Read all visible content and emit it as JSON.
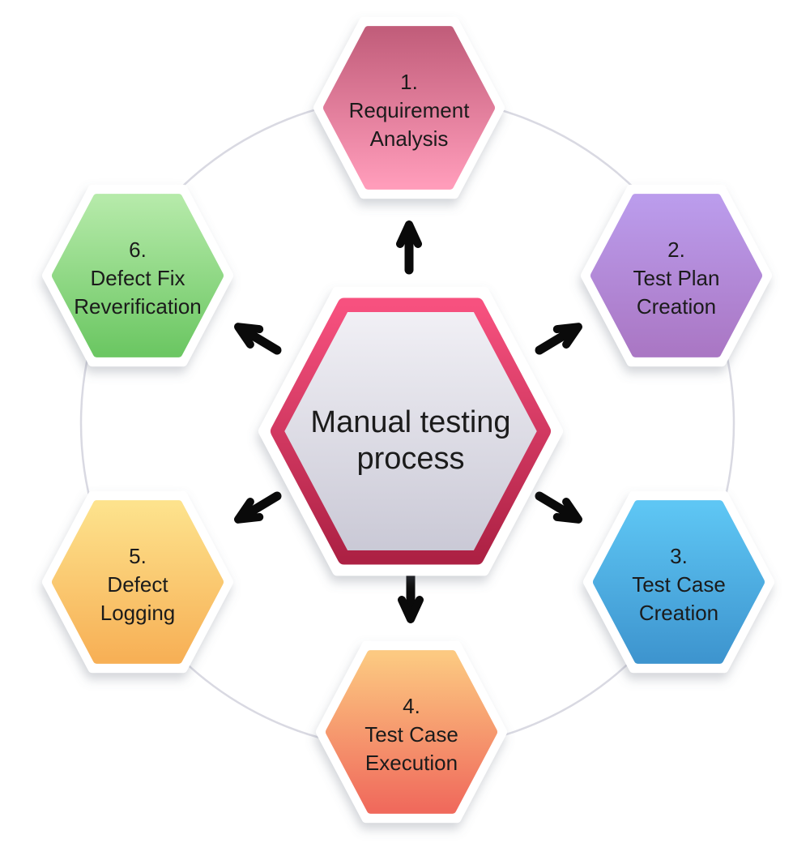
{
  "diagram": {
    "title": {
      "line1": "Manual testing",
      "line2": "process"
    },
    "center_border_top": "#f7517f",
    "center_border_bottom": "#ad2144",
    "center_fill_top": "#f2f1f6",
    "center_fill_bottom": "#c9c8d5",
    "circle_color": "#d9d9e2",
    "arrow_color": "#0a0a0a",
    "text_color": "#1b1b1b"
  },
  "nodes": [
    {
      "number": "1.",
      "line1": "Requirement",
      "line2": "Analysis",
      "color_top": "#c25e7b",
      "color_bottom": "#ff9cba"
    },
    {
      "number": "2.",
      "line1": "Test Plan",
      "line2": "Creation",
      "color_top": "#bb9cec",
      "color_bottom": "#aa77c4"
    },
    {
      "number": "3.",
      "line1": "Test Case",
      "line2": "Creation",
      "color_top": "#5ec6f4",
      "color_bottom": "#3e95cf"
    },
    {
      "number": "4.",
      "line1": "Test Case",
      "line2": "Execution",
      "color_top": "#fcc981",
      "color_bottom": "#f06a5c"
    },
    {
      "number": "5.",
      "line1": "Defect",
      "line2": "Logging",
      "color_top": "#fde28c",
      "color_bottom": "#f7b056"
    },
    {
      "number": "6.",
      "line1": "Defect Fix",
      "line2": "Reverification",
      "color_top": "#b5eaa9",
      "color_bottom": "#6cc763"
    }
  ]
}
